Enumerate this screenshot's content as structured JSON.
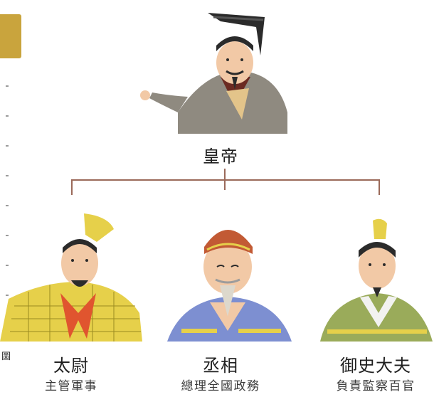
{
  "emperor": {
    "title": "皇帝"
  },
  "ministers": [
    {
      "title": "太尉",
      "duty": "主管軍事"
    },
    {
      "title": "丞相",
      "duty": "總理全國政務"
    },
    {
      "title": "御史大夫",
      "duty": "負責監察百官"
    }
  ],
  "margin_label": "圖",
  "colors": {
    "connector": "#9b6a5a",
    "tab": "#c9a43d",
    "armor_yellow": "#e6d04a",
    "robe_blue": "#7d8fd1",
    "robe_green": "#9aab5a",
    "robe_gray": "#8f8a80"
  }
}
